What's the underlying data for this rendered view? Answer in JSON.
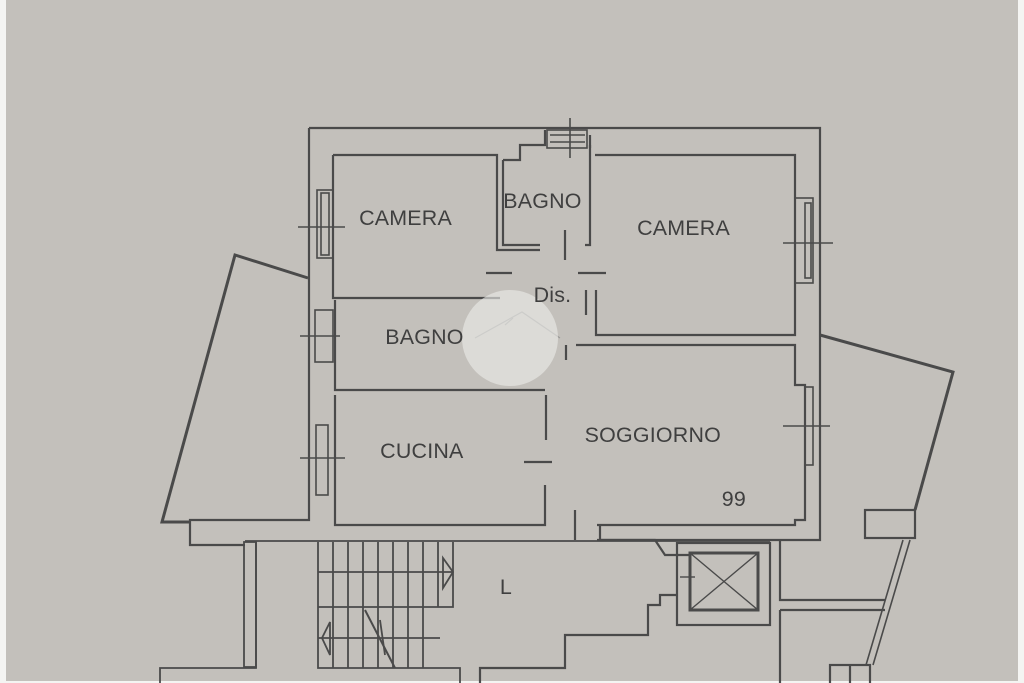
{
  "floor_plan": {
    "rooms": [
      {
        "id": "camera-1",
        "label": "CAMERA"
      },
      {
        "id": "bagno-1",
        "label": "BAGNO"
      },
      {
        "id": "camera-2",
        "label": "CAMERA"
      },
      {
        "id": "disimpegno",
        "label": "Dis."
      },
      {
        "id": "bagno-2",
        "label": "BAGNO"
      },
      {
        "id": "cucina",
        "label": "CUCINA"
      },
      {
        "id": "soggiorno",
        "label": "SOGGIORNO"
      },
      {
        "id": "landing",
        "label": "L"
      }
    ],
    "unit_number": "99",
    "elements": [
      "balcony-west",
      "balcony-east",
      "staircase",
      "elevator-shaft",
      "windows",
      "doors"
    ],
    "colors": {
      "paper": "#c3c0bb",
      "line": "#4a4a4a",
      "text": "#3f3f3f",
      "margin": "#f4f4f2"
    },
    "watermark": {
      "icon": "house-roof-icon"
    }
  }
}
